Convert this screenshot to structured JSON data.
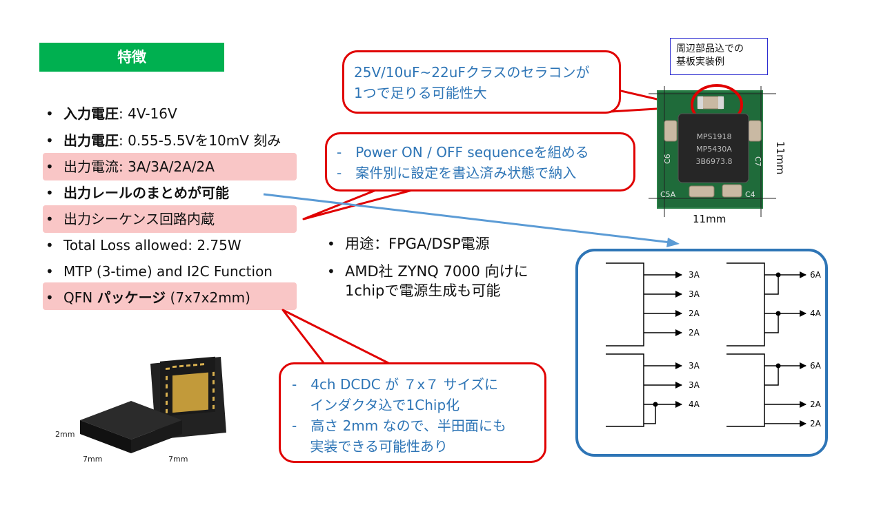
{
  "title": "特徴",
  "features": [
    {
      "bold": "入力電圧",
      "rest": ": 4V-16V",
      "highlight": false
    },
    {
      "bold": "出力電圧",
      "rest": ": 0.55-5.5Vを10mV 刻み",
      "highlight": false
    },
    {
      "bold": "",
      "rest": "出力電流: 3A/3A/2A/2A",
      "highlight": true
    },
    {
      "bold": "出力レールのまとめが可能",
      "rest": "",
      "highlight": false
    },
    {
      "bold": "",
      "rest": "出力シーケンス回路内蔵",
      "highlight": true
    },
    {
      "bold": "",
      "rest": "Total Loss allowed: 2.75W",
      "highlight": false
    },
    {
      "bold": "",
      "rest": "MTP (3-time) and I2C Function",
      "highlight": false
    },
    {
      "bold": "パッケージ",
      "prefix": "QFN ",
      "rest": "  (7x7x2mm)",
      "highlight": true
    }
  ],
  "bullet_char": "•",
  "callout_capacitor": {
    "lines": [
      "25V/10uF~22uFクラスのセラコンが",
      "1つで足りる可能性大"
    ]
  },
  "callout_sequence": {
    "lines": [
      "-　Power ON / OFF sequenceを組める",
      "-　案件別に設定を書込済み状態で納入"
    ]
  },
  "callout_package": {
    "lines": [
      "-　4ch DCDC が ７x７ サイズに",
      "　 インダクタ込で1Chip化",
      "-　高さ 2mm なので、半田面にも",
      "　 実装できる可能性あり"
    ]
  },
  "uses": [
    "用途：FPGA/DSP電源",
    "AMD社 ZYNQ 7000 向けに",
    "1chipで電源生成も可能"
  ],
  "board_note": {
    "line1": "周辺部品込での",
    "line2": "基板実装例"
  },
  "board": {
    "chip_line1": "MPS1918",
    "chip_line2": "MP5430A",
    "chip_line3": "3B6973.8",
    "labels": [
      "C6",
      "C7",
      "C5A",
      "C4"
    ],
    "dim_w": "11mm",
    "dim_h": "11mm"
  },
  "package_dims": {
    "h": "2mm",
    "w1": "7mm",
    "w2": "7mm"
  },
  "diagram": {
    "q1": [
      "3A",
      "3A",
      "2A",
      "2A"
    ],
    "q2": [
      "6A",
      "4A"
    ],
    "q3": [
      "3A",
      "3A",
      "4A"
    ],
    "q4": [
      "6A",
      "2A",
      "2A"
    ]
  },
  "colors": {
    "title_bg": "#00b050",
    "highlight": "#f9c6c6",
    "callout_border": "#e00000",
    "callout_text": "#2e75b6",
    "diagram_border": "#2e75b6",
    "arrow": "#5b9bd5"
  }
}
